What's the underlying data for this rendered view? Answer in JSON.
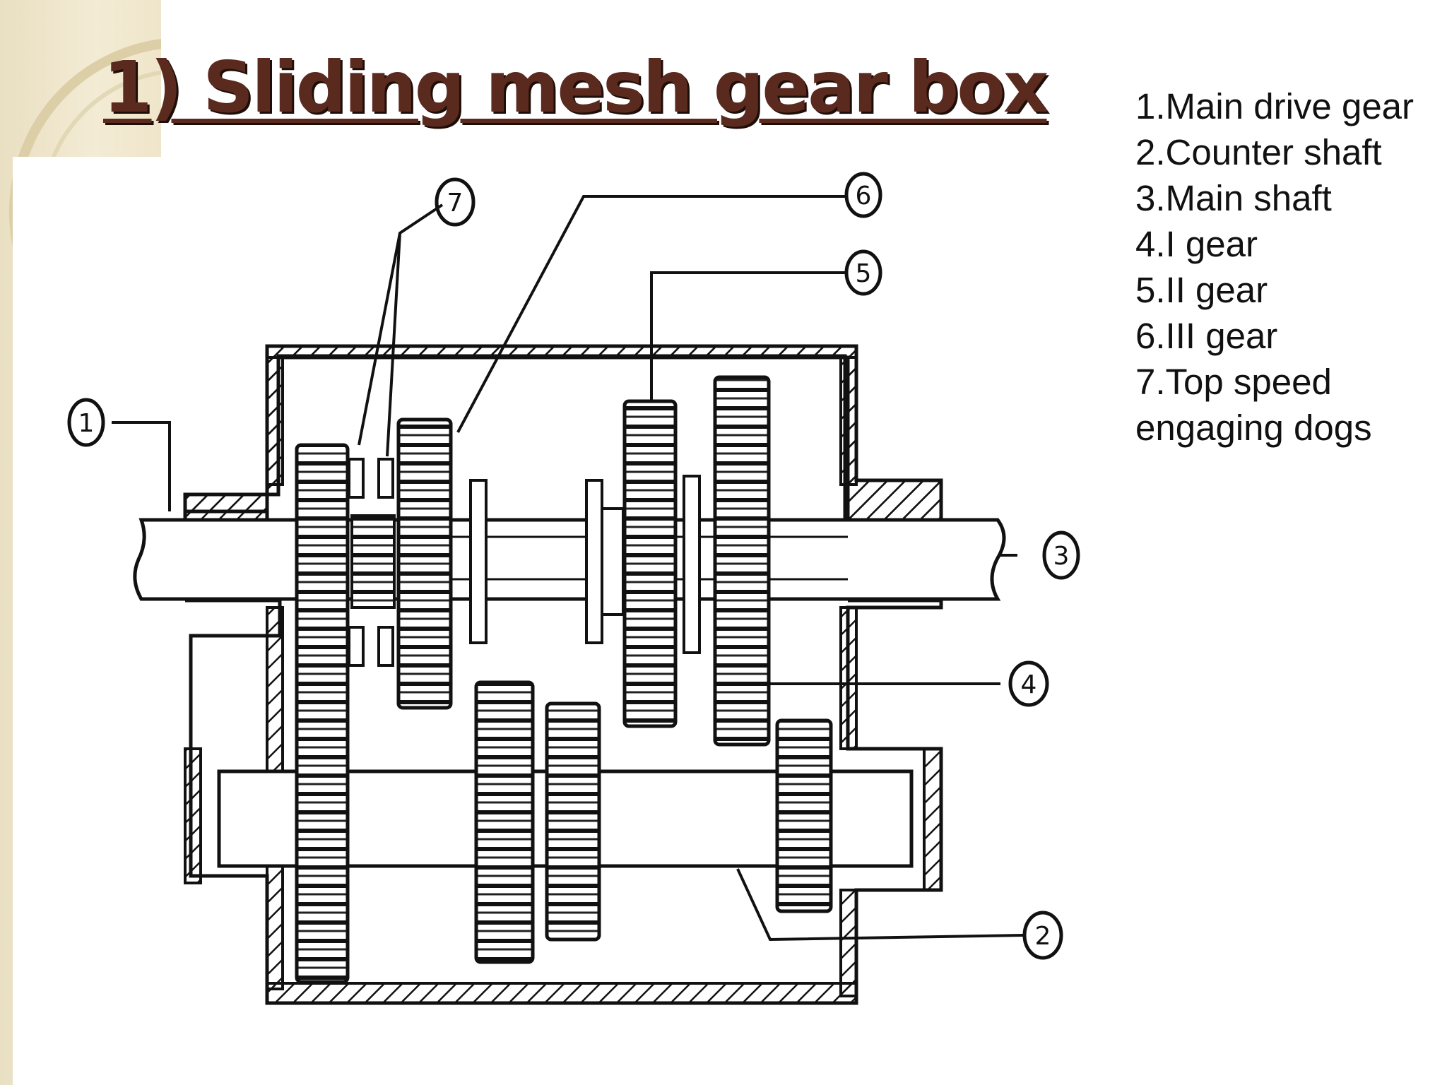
{
  "slide": {
    "title": "1) Sliding mesh gear box"
  },
  "legend": {
    "items": [
      "1.Main drive gear",
      "2.Counter shaft",
      "3.Main shaft",
      "4.I gear",
      "5.II gear",
      "6.III gear",
      "7.Top speed engaging dogs"
    ]
  },
  "callouts": [
    "1",
    "2",
    "3",
    "4",
    "5",
    "6",
    "7"
  ]
}
